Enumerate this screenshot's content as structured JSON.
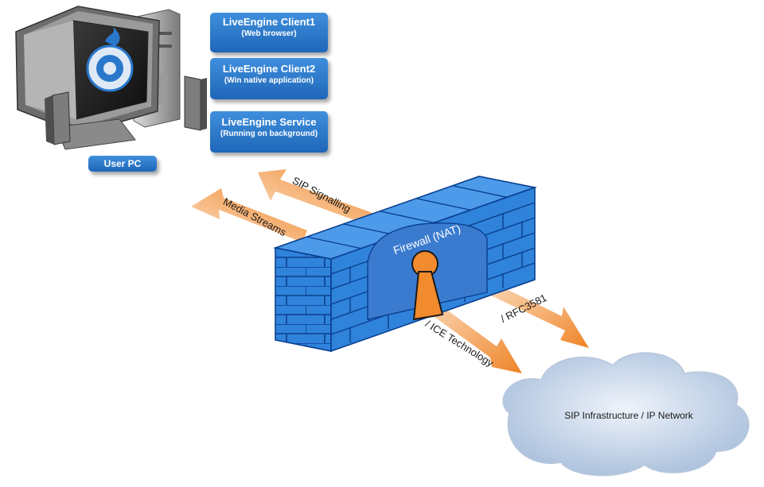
{
  "user_pc": {
    "label": "User PC",
    "boxes": [
      {
        "title": "LiveEngine Client1",
        "subtitle": "(Web browser)"
      },
      {
        "title": "LiveEngine Client2",
        "subtitle": "(Win native application)"
      },
      {
        "title": "LiveEngine Service",
        "subtitle": "(Running on background)"
      }
    ]
  },
  "arrows": {
    "sip_signalling": "SIP Signalling",
    "media_streams": "Media Streams",
    "rfc3581": "/ RFC3581",
    "ice_technology": "/ ICE Technology"
  },
  "firewall": {
    "label": "Firewall (NAT)"
  },
  "network": {
    "label": "SIP Infrastructure / IP Network"
  },
  "colors": {
    "box_blue": "#2a78cc",
    "arrow_orange": "#f28a2e",
    "brick_blue": "#2f83db",
    "cloud_blue": "#c4d4e8"
  }
}
